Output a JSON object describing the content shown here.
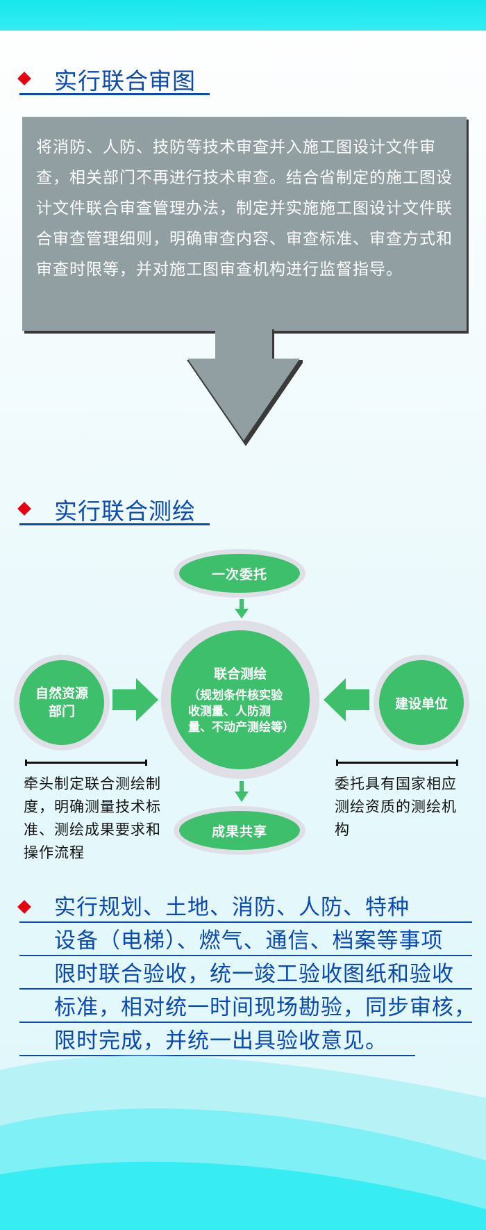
{
  "section1": {
    "title": "实行联合审图",
    "paragraph": "将消防、人防、技防等技术审查并入施工图设计文件审查，相关部门不再进行技术审查。结合省制定的施工图设计文件联合审查管理办法，制定并实施施工图设计文件联合审查管理细则，明确审查内容、审查标准、审查方式和审查时限等，并对施工图审查机构进行监督指导。"
  },
  "section2": {
    "title": "实行联合测绘",
    "top_node": "一次委托",
    "center_title": "联合测绘",
    "center_detail": "（规划条件核实验收测量、人防测量、不动产测绘等）",
    "left_node": "自然资源部门",
    "right_node": "建设单位",
    "bottom_node": "成果共享",
    "left_desc": "牵头制定联合测绘制度，明确测量技术标准、测绘成果要求和操作流程",
    "right_desc": "委托具有国家相应测绘资质的测绘机构"
  },
  "section3": {
    "lines": [
      "实行规划、土地、消防、人防、特种",
      "设备（电梯）、燃气、通信、档案等事项",
      "限时联合验收，统一竣工验收图纸和验收",
      "标准，相对统一时间现场勘验，同步审核，",
      "限时完成，并统一出具验收意见。"
    ]
  },
  "colors": {
    "accent_blue": "#0a49b6",
    "bullet_red": "#e60012",
    "node_green": "#3dbf6c",
    "box_gray": "#929fa2",
    "top_cyan": "#18e6ec"
  }
}
